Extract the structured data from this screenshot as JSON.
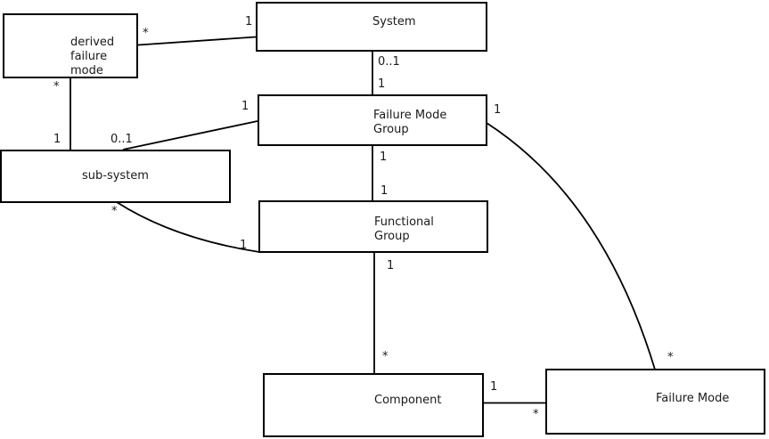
{
  "boxes": {
    "derived_failure_mode": {
      "lines": [
        "derived",
        "failure",
        "mode"
      ]
    },
    "system": {
      "lines": [
        "System"
      ]
    },
    "failure_mode_group": {
      "lines": [
        "Failure Mode",
        "Group"
      ]
    },
    "sub_system": {
      "lines": [
        "sub-system"
      ]
    },
    "functional_group": {
      "lines": [
        "Functional",
        "Group"
      ]
    },
    "component": {
      "lines": [
        "Component"
      ]
    },
    "failure_mode": {
      "lines": [
        "Failure Mode"
      ]
    }
  },
  "multiplicities": {
    "dfm_system": {
      "dfm_end": "*",
      "system_end": "1"
    },
    "dfm_subsystem": {
      "dfm_end": "*",
      "subsystem_end": "1"
    },
    "subsystem_fmg": {
      "subsystem_end": "0..1",
      "fmg_end": "1"
    },
    "system_fmg": {
      "system_end": "0..1",
      "fmg_end": "1"
    },
    "fmg_fg": {
      "fmg_end": "1",
      "fg_end": "1"
    },
    "subsystem_fg": {
      "subsystem_end": "*",
      "fg_end": "1"
    },
    "fg_component": {
      "fg_end": "1",
      "component_end": "*"
    },
    "component_fm": {
      "component_end": "1",
      "fm_end": "*"
    },
    "fmg_fm": {
      "fmg_end": "1",
      "fm_end": "*"
    }
  },
  "colors": {
    "stroke": "#000000",
    "background": "#ffffff",
    "text": "#1a1a1a"
  }
}
